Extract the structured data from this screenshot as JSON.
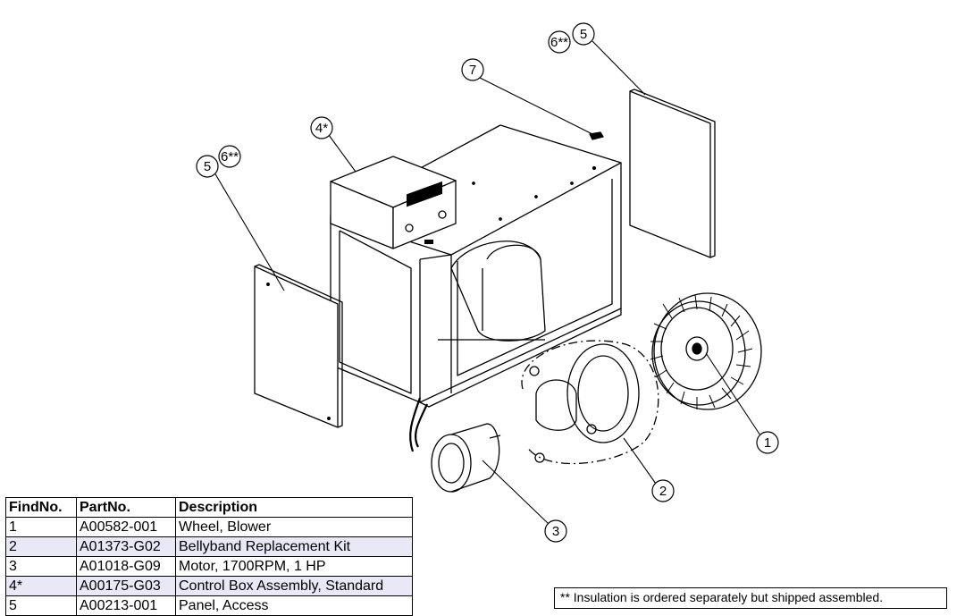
{
  "callouts": {
    "wheel": "1",
    "bellyband": "2",
    "motor": "3",
    "control_box": "4*",
    "panel_left": "5",
    "panel_right": "5",
    "insulation_left": "6**",
    "insulation_right": "6**",
    "clip": "7"
  },
  "table": {
    "headers": [
      "FindNo.",
      "PartNo.",
      "Description"
    ],
    "rows": [
      [
        "1",
        "A00582-001",
        "Wheel, Blower"
      ],
      [
        "2",
        "A01373-G02",
        "Bellyband Replacement Kit"
      ],
      [
        "3",
        "A01018-G09",
        "Motor, 1700RPM, 1 HP"
      ],
      [
        "4*",
        "A00175-G03",
        "Control Box Assembly, Standard"
      ],
      [
        "5",
        "A00213-001",
        "Panel, Access"
      ]
    ]
  },
  "note": "** Insulation is ordered separately but shipped assembled."
}
